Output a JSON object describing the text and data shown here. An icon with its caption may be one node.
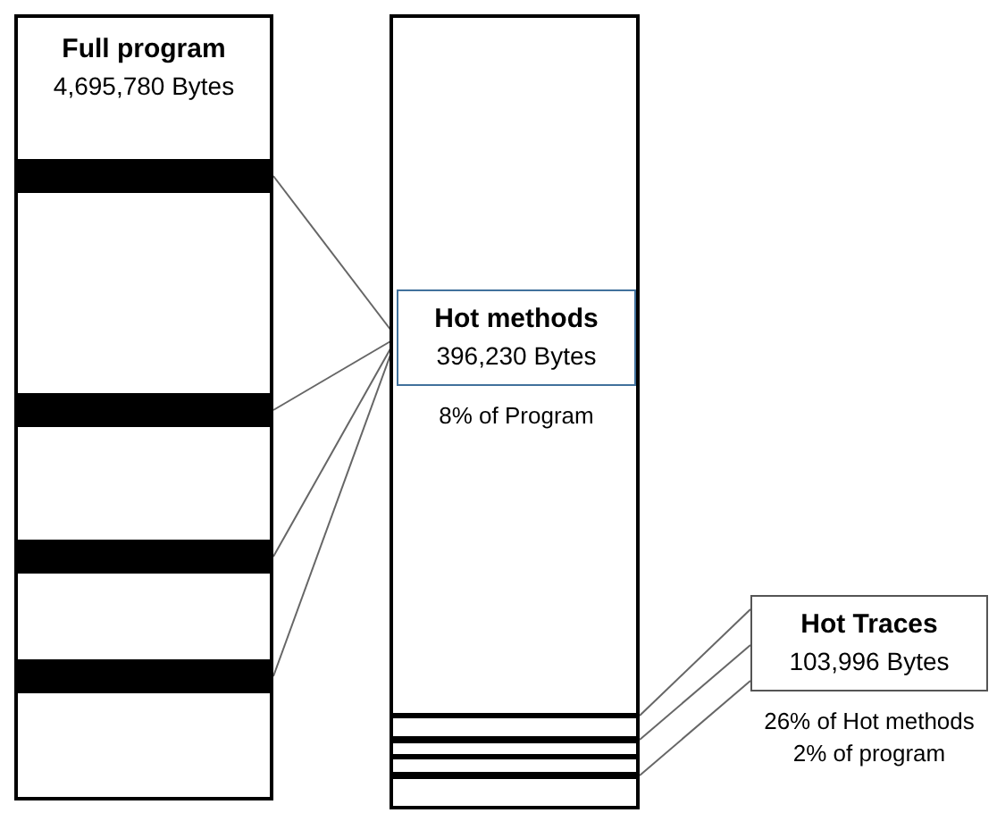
{
  "diagram": {
    "nodes": [
      {
        "text": [
          "Full program",
          "4,695,780 Bytes"
        ]
      },
      {
        "text": [],
        "shape": "bar",
        "in": 0
      },
      {
        "text": [],
        "shape": "bar",
        "in": 0
      },
      {
        "text": [],
        "shape": "bar",
        "in": 0
      },
      {
        "text": [],
        "shape": "bar",
        "in": 0
      },
      {
        "text": [],
        "shape": "box"
      },
      {
        "text": [
          "Hot methods",
          "396,230 Bytes"
        ],
        "in": 5,
        "beside": [
          "8% of Program"
        ]
      },
      {
        "text": [],
        "shape": "bar",
        "in": 5
      },
      {
        "text": [],
        "shape": "bar",
        "in": 5
      },
      {
        "text": [],
        "shape": "bar",
        "in": 5
      },
      {
        "text": [],
        "shape": "bar",
        "in": 5
      },
      {
        "text": [
          "Hot Traces",
          "103,996 Bytes"
        ],
        "beside": [
          "26% of Hot methods",
          "2% of program"
        ]
      }
    ],
    "edges": [
      {
        "from": 1,
        "to": 6,
        "arrow": "none"
      },
      {
        "from": 2,
        "to": 6,
        "arrow": "none"
      },
      {
        "from": 3,
        "to": 6,
        "arrow": "none"
      },
      {
        "from": 4,
        "to": 6,
        "arrow": "none"
      },
      {
        "from": 7,
        "to": 11,
        "arrow": "none"
      },
      {
        "from": 8,
        "to": 11,
        "arrow": "none"
      },
      {
        "from": 10,
        "to": 11,
        "arrow": "none"
      }
    ]
  }
}
